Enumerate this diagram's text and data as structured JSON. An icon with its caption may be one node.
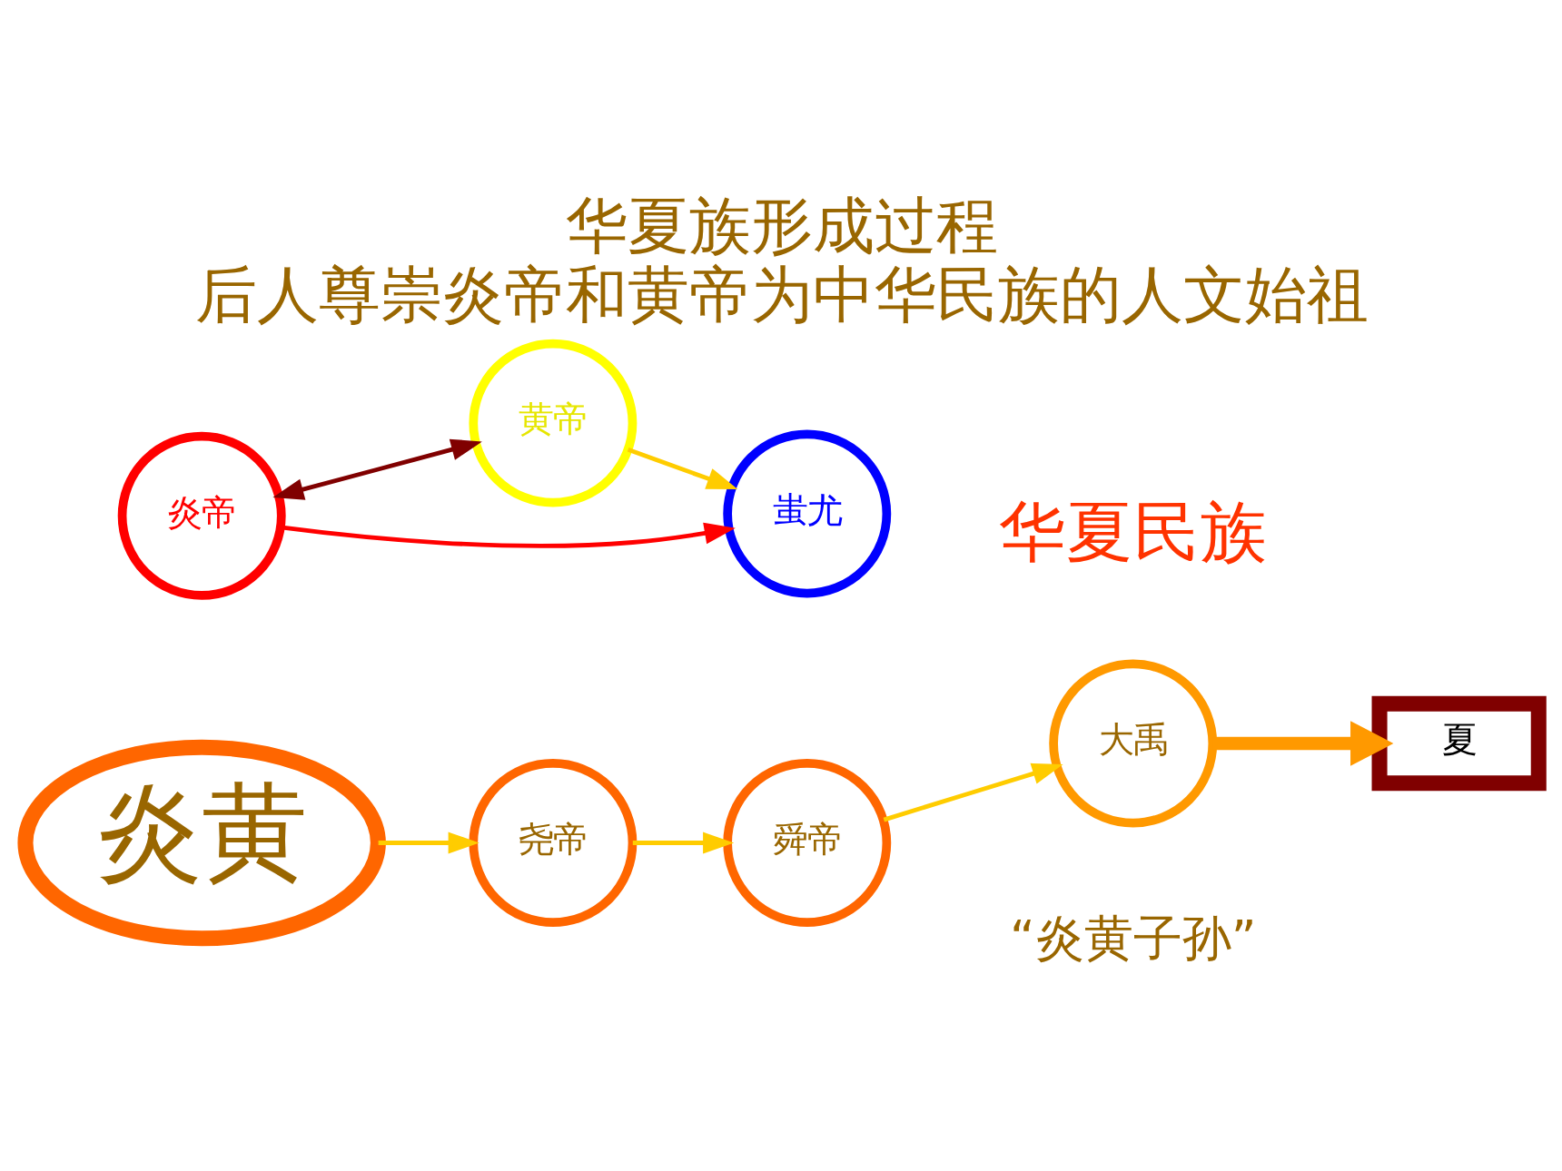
{
  "diagram": {
    "title": "华夏族形成过程",
    "caption": "后人尊崇炎帝和黄帝为中华民族的人文始祖",
    "nodes": [
      {
        "text": [
          "炎黄"
        ]
      },
      {
        "text": [
          "黄帝"
        ]
      },
      {
        "text": [
          "炎帝"
        ]
      },
      {
        "text": [
          "蚩尤"
        ]
      },
      {
        "text": [
          "尧帝"
        ]
      },
      {
        "text": [
          "舜帝"
        ]
      },
      {
        "text": [
          "大禹"
        ]
      },
      {
        "text": [
          "夏"
        ]
      }
    ],
    "edges": [
      {
        "from": 2,
        "to": 1,
        "arrow": "both",
        "color": "#800000"
      },
      {
        "from": 1,
        "to": 3,
        "arrow": "to"
      },
      {
        "from": 2,
        "to": 3,
        "arrow": "to",
        "color": "#ff0000"
      },
      {
        "from": 0,
        "to": 4,
        "arrow": "to"
      },
      {
        "from": 4,
        "to": 5,
        "arrow": "to"
      },
      {
        "from": 5,
        "to": 6,
        "arrow": "to"
      },
      {
        "from": 6,
        "to": 7,
        "arrow": "to",
        "style": "thick",
        "color": "#ff9900"
      }
    ],
    "labels": [
      "“炎黄子孙”",
      "华夏民族"
    ]
  }
}
